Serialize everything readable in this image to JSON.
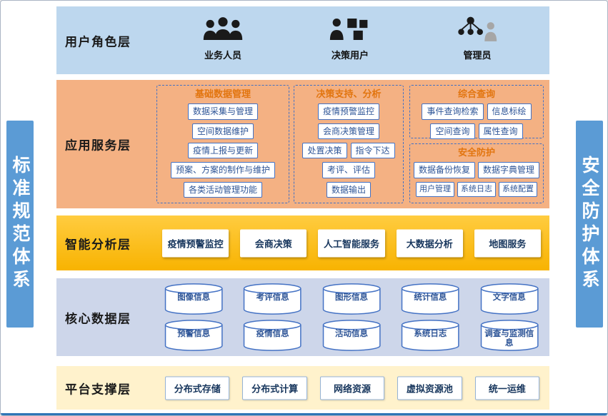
{
  "sidebars": {
    "left": "标准规范体系",
    "right": "安全防护体系"
  },
  "user_role_layer": {
    "title": "用户角色层",
    "roles": [
      {
        "label": "业务人员",
        "icon": "business-users-icon"
      },
      {
        "label": "决策用户",
        "icon": "decision-users-icon"
      },
      {
        "label": "管理员",
        "icon": "admin-user-icon"
      }
    ]
  },
  "app_service_layer": {
    "title": "应用服务层",
    "groups": [
      {
        "title": "基础数据管理",
        "items": [
          "数据采集与管理",
          "空间数据维护",
          "疫情上报与更新",
          "预案、方案的制作与维护",
          "各类活动管理功能"
        ]
      },
      {
        "title": "决策支持、分析",
        "items": [
          "疫情预警监控",
          "会商决策管理",
          "处置决策",
          "指令下达",
          "考评、评估",
          "数据输出"
        ]
      },
      {
        "title": "综合查询",
        "items": [
          "事件查询检索",
          "信息标绘",
          "空间查询",
          "属性查询"
        ]
      },
      {
        "title": "安全防护",
        "items": [
          "数据备份恢复",
          "数据字典管理",
          "用户管理",
          "系统日志",
          "系统配置"
        ]
      }
    ]
  },
  "analysis_layer": {
    "title": "智能分析层",
    "items": [
      "疫情预警监控",
      "会商决策",
      "人工智能服务",
      "大数据分析",
      "地图服务"
    ]
  },
  "data_layer": {
    "title": "核心数据层",
    "row1": [
      "图像信息",
      "考评信息",
      "图形信息",
      "统计信息",
      "文字信息"
    ],
    "row2": [
      "预警信息",
      "疫情信息",
      "活动信息",
      "系统日志",
      "调查与监测信息"
    ]
  },
  "platform_layer": {
    "title": "平台支撑层",
    "items": [
      "分布式存储",
      "分布式计算",
      "网络资源",
      "虚拟资源池",
      "统一运维"
    ]
  },
  "colors": {
    "sidebar_bg": "#5B9BD5",
    "user_role_bg": "#BDD7EE",
    "app_service_bg": "#F4B183",
    "analysis_bg": "#FFC124",
    "data_bg": "#CDD6EA",
    "platform_bg": "#FFF2CC",
    "item_border": "#4472C4",
    "item_text": "#2E5597",
    "group_title_text": "#E2750F",
    "bottom_line": "#2E75B6"
  }
}
